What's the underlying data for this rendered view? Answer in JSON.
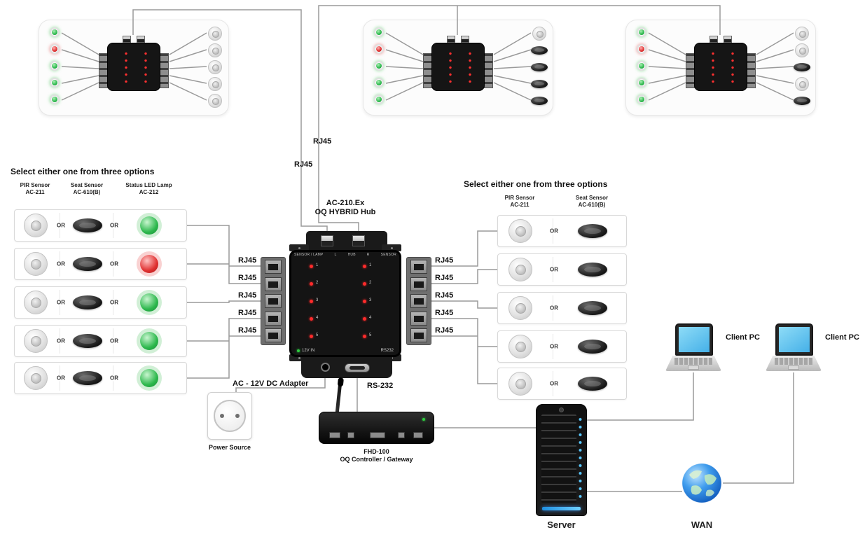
{
  "labels": {
    "rj45": "RJ45",
    "or": "OR",
    "adapter": "AC - 12V DC Adapter",
    "rs232_link": "RS-232",
    "power_source": "Power Source",
    "server": "Server",
    "wan": "WAN",
    "client_pc": "Client PC"
  },
  "hub": {
    "model": "AC-210.Ex",
    "name": "OQ HYBRID Hub",
    "top_labels": [
      "SENSOR / LAMP",
      "L",
      "HUB",
      "R",
      "SENSOR"
    ],
    "port_numbers": [
      "1",
      "2",
      "3",
      "4",
      "5"
    ],
    "power_label": "12V IN",
    "serial_label": "RS232"
  },
  "controller": {
    "model": "FHD-100",
    "name": "OQ Controller / Gateway"
  },
  "left_options": {
    "title": "Select either one from three options",
    "columns": [
      {
        "line1": "PIR Sensor",
        "line2": "AC-211"
      },
      {
        "line1": "Seat Sensor",
        "line2": "AC-610(B)"
      },
      {
        "line1": "Status LED Lamp",
        "line2": "AC-212"
      }
    ],
    "rows": [
      {
        "lamp": "green"
      },
      {
        "lamp": "red"
      },
      {
        "lamp": "green"
      },
      {
        "lamp": "green"
      },
      {
        "lamp": "green"
      }
    ]
  },
  "right_options": {
    "title": "Select either one from three options",
    "columns": [
      {
        "line1": "PIR Sensor",
        "line2": "AC-211"
      },
      {
        "line1": "Seat Sensor",
        "line2": "AC-610(B)"
      }
    ]
  },
  "clusters": [
    {
      "leds": [
        "green",
        "red",
        "green",
        "green",
        "green"
      ],
      "sensors": [
        "dome",
        "dome",
        "dome",
        "dome",
        "dome"
      ]
    },
    {
      "leds": [
        "green",
        "red",
        "green",
        "green",
        "green"
      ],
      "sensors": [
        "dome",
        "oval",
        "oval",
        "oval",
        "oval"
      ]
    },
    {
      "leds": [
        "green",
        "red",
        "green",
        "green",
        "green"
      ],
      "sensors": [
        "dome",
        "dome",
        "oval",
        "dome",
        "oval"
      ]
    }
  ],
  "colors": {
    "led_green": "#2db84d",
    "led_red": "#e03131",
    "line_gray": "#9a9a9a",
    "device_black": "#161616",
    "screen_blue": "#45b0e8",
    "server_led_blue": "#58c7ff",
    "wan_blue": "#2f86d6"
  }
}
